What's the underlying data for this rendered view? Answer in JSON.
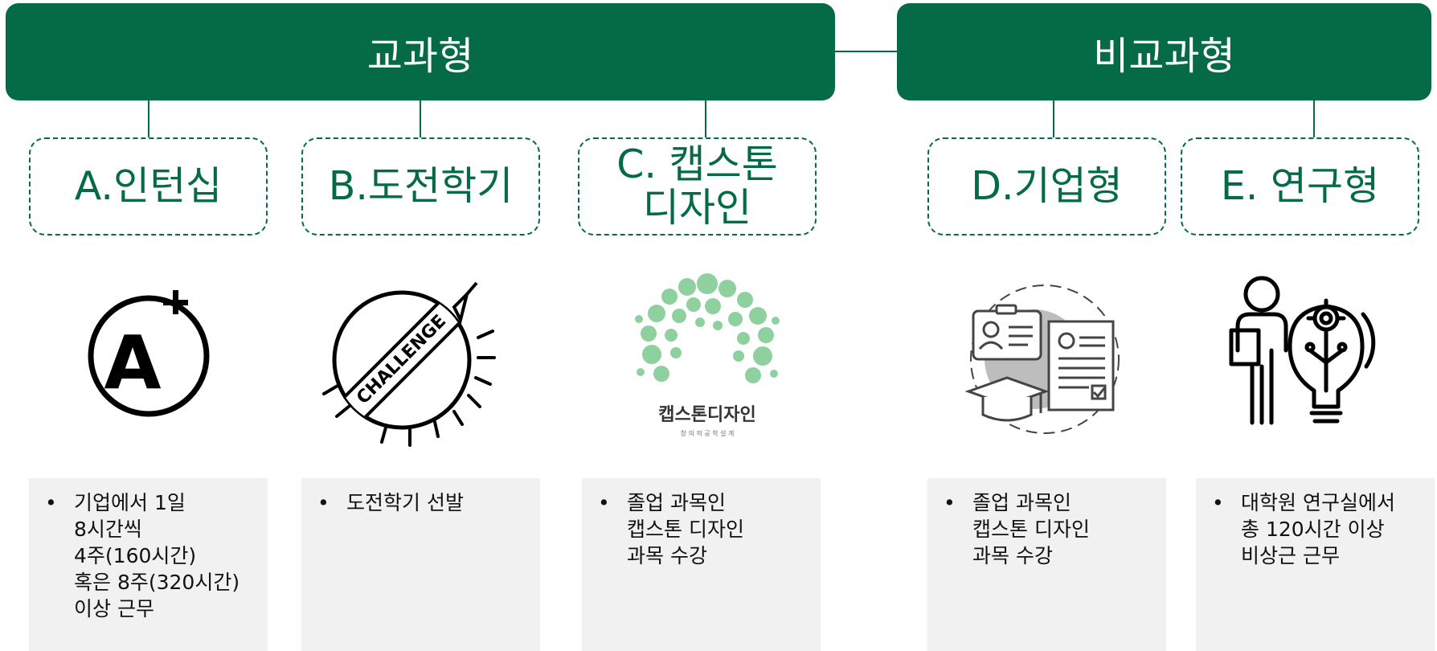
{
  "headers": {
    "curricular": "교과형",
    "non_curricular": "비교과형"
  },
  "categories": [
    {
      "lines": [
        "A.인턴십"
      ]
    },
    {
      "lines": [
        "B.도전학기"
      ]
    },
    {
      "lines": [
        "C. 캡스톤",
        "디자인"
      ]
    },
    {
      "lines": [
        "D.기업형"
      ]
    },
    {
      "lines": [
        "E. 연구형"
      ]
    }
  ],
  "icons": {
    "a_plus": {
      "text": "A"
    },
    "challenge": {
      "text": "CHALLENGE"
    },
    "capstone": {
      "text": "캡스톤디자인",
      "subtext": "창 의 적 공 학 설 계"
    }
  },
  "descriptions": [
    "기업에서 1일\n8시간씩\n4주(160시간)\n혹은 8주(320시간)\n이상 근무",
    "도전학기 선발",
    "졸업 과목인\n캡스톤 디자인\n과목 수강",
    "졸업 과목인\n캡스톤 디자인\n과목 수강",
    "대학원 연구실에서\n총 120시간 이상\n비상근 근무"
  ],
  "colors": {
    "primary_green": "#046b46",
    "light_green": "#8fd19e",
    "description_bg": "#f1f1f1"
  }
}
